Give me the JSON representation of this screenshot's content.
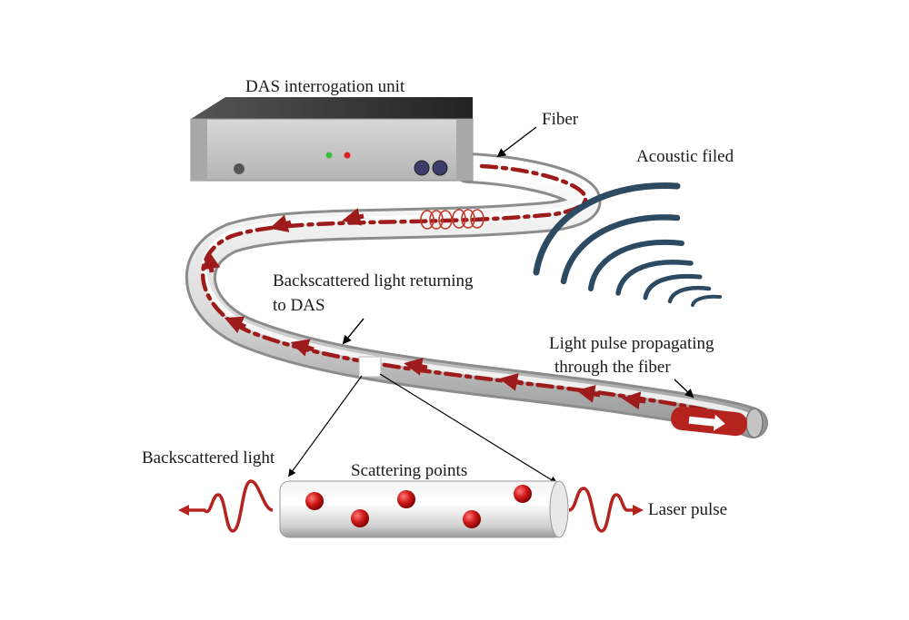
{
  "labels": {
    "device": "DAS  interrogation unit",
    "fiber": "Fiber",
    "acoustic": "Acoustic filed",
    "backscatter_return_1": "Backscattered light returning",
    "backscatter_return_2": "to DAS",
    "pulse_prop_1": "Light pulse propagating",
    "pulse_prop_2": "through the fiber",
    "backscattered_light": "Backscattered light",
    "scattering_points": "Scattering points",
    "laser_pulse": "Laser pulse"
  },
  "colors": {
    "fiber_red": "#9e1b1b",
    "acoustic": "#2d4a63",
    "device_face": "#c9c9c9",
    "device_top": "#3a3a3a",
    "led_green": "#3bbf3b",
    "led_red": "#e02020"
  }
}
